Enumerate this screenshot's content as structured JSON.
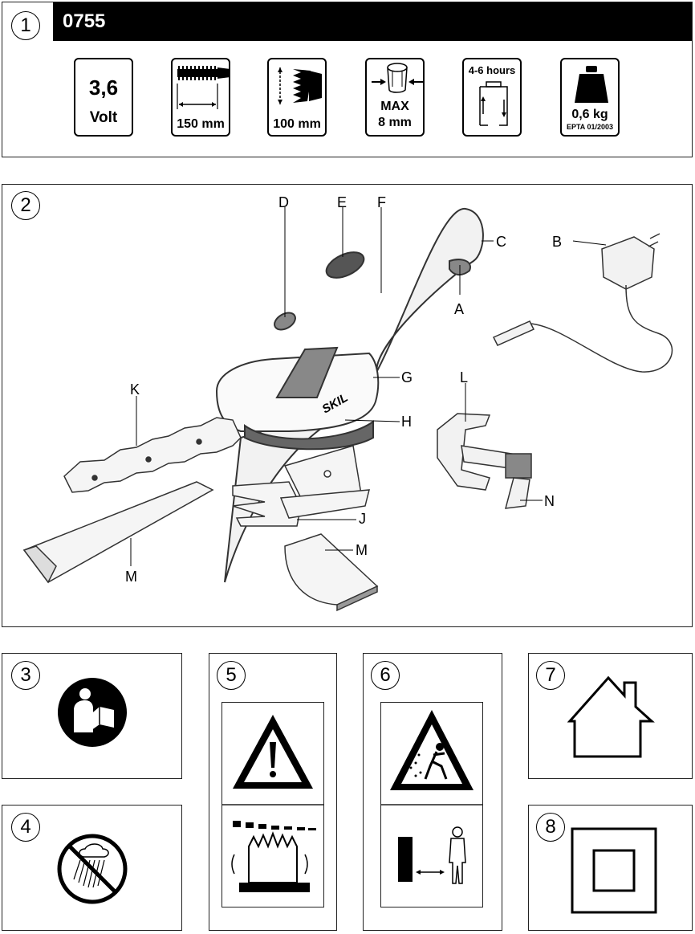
{
  "figures": {
    "f1": "1",
    "f2": "2",
    "f3": "3",
    "f4": "4",
    "f5": "5",
    "f6": "6",
    "f7": "7",
    "f8": "8"
  },
  "header": {
    "model": "0755"
  },
  "specs": {
    "voltage_value": "3,6",
    "voltage_unit": "Volt",
    "shrub_blade_length": "150 mm",
    "grass_blade_width": "100 mm",
    "cut_capacity_label": "MAX",
    "cut_capacity_value": "8 mm",
    "charge_time": "4-6 hours",
    "weight_value": "0,6 kg",
    "weight_standard": "EPTA 01/2003"
  },
  "part_labels": {
    "A": "A",
    "B": "B",
    "C": "C",
    "D": "D",
    "E": "E",
    "F": "F",
    "G": "G",
    "H": "H",
    "J": "J",
    "K": "K",
    "L": "L",
    "M1": "M",
    "M2": "M",
    "N": "N"
  },
  "brand": "SKIL",
  "icons": {
    "read_manual": "read-manual-icon",
    "no_rain": "no-rain-icon",
    "warning": "warning-triangle-icon",
    "blade_clearance": "blade-debris-icon",
    "flying_debris": "flying-debris-warning-icon",
    "keep_distance": "keep-distance-icon",
    "indoor_use": "house-icon",
    "double_insulation": "double-insulation-icon"
  }
}
